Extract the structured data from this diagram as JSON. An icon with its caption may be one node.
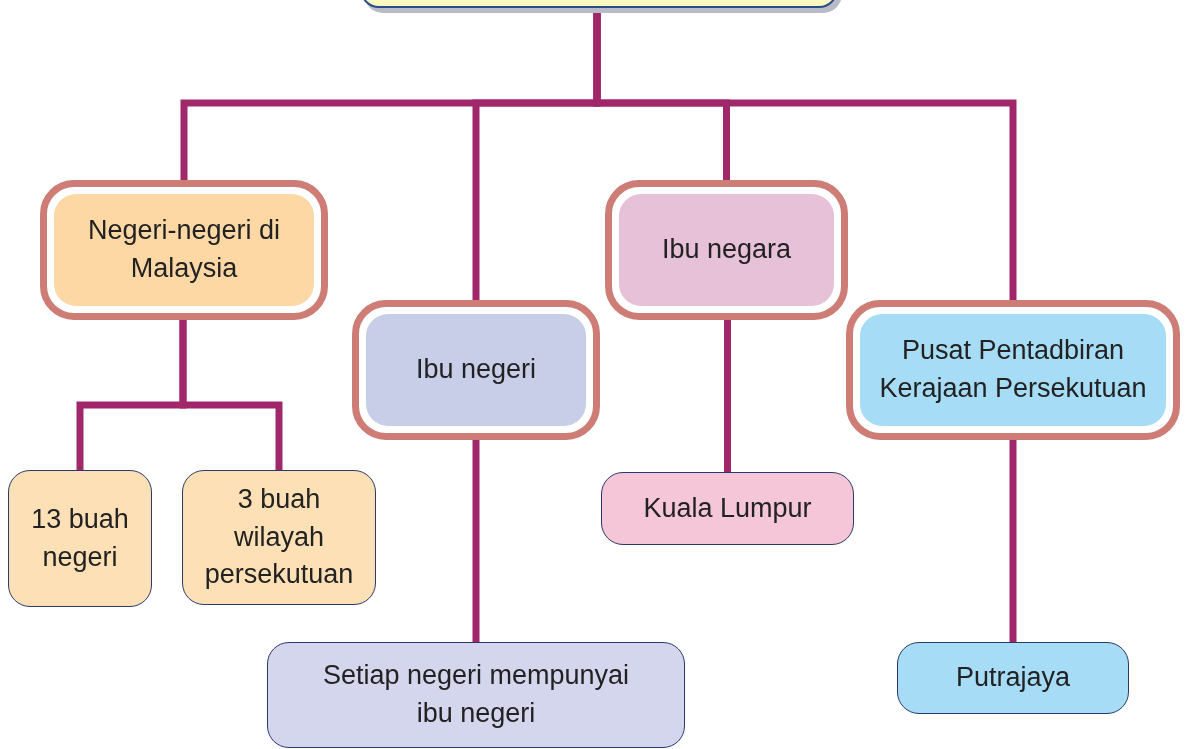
{
  "diagram": {
    "nodes": [
      {
        "text": [],
        "shape": "box"
      },
      {
        "text": [
          "Negeri-negeri di Malaysia"
        ]
      },
      {
        "text": [
          "Ibu negeri"
        ]
      },
      {
        "text": [
          "Ibu negara"
        ]
      },
      {
        "text": [
          "Pusat Pentadbiran Kerajaan Persekutuan"
        ]
      },
      {
        "text": [
          "13 buah negeri"
        ]
      },
      {
        "text": [
          "3 buah wilayah persekutuan"
        ]
      },
      {
        "text": [
          "Setiap negeri mempunyai ibu negeri"
        ]
      },
      {
        "text": [
          "Kuala Lumpur"
        ]
      },
      {
        "text": [
          "Putrajaya"
        ]
      }
    ],
    "edges": [
      {
        "from": 0,
        "to": 1,
        "arrow": "none"
      },
      {
        "from": 0,
        "to": 2,
        "arrow": "none"
      },
      {
        "from": 0,
        "to": 3,
        "arrow": "none"
      },
      {
        "from": 0,
        "to": 4,
        "arrow": "none"
      },
      {
        "from": 1,
        "to": 5,
        "arrow": "none"
      },
      {
        "from": 1,
        "to": 6,
        "arrow": "none"
      },
      {
        "from": 2,
        "to": 7,
        "arrow": "none"
      },
      {
        "from": 3,
        "to": 8,
        "arrow": "none"
      },
      {
        "from": 4,
        "to": 9,
        "arrow": "none"
      }
    ]
  }
}
